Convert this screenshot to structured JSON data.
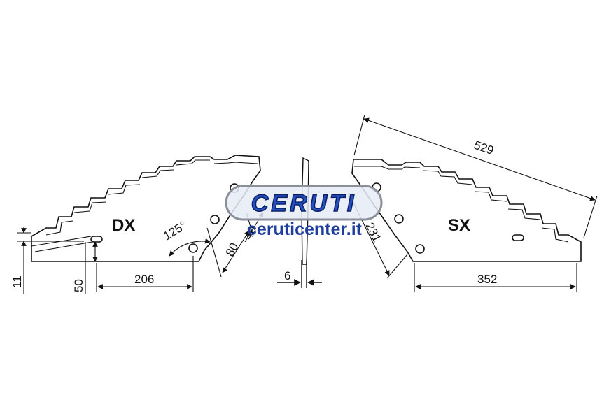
{
  "labels": {
    "left": "DX",
    "right": "SX"
  },
  "dimensions": {
    "d11": "11",
    "d50": "50",
    "d206": "206",
    "d125": "125°",
    "d80": "80",
    "d40": "40",
    "d6": "6",
    "d231": "231",
    "d352": "352",
    "d529": "529"
  },
  "watermark": {
    "brand": "CERUTI",
    "url": "ceruticenter.it"
  },
  "colors": {
    "line": "#111111",
    "watermark_fill": "#2450c4",
    "watermark_stroke": "#0b1f66",
    "watermark_badge": "#e6ebf6"
  }
}
